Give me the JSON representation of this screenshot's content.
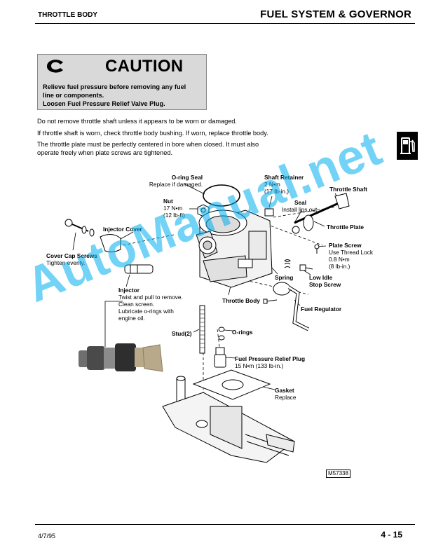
{
  "header": {
    "section": "THROTTLE BODY",
    "chapter": "FUEL SYSTEM & GOVERNOR"
  },
  "caution": {
    "symbol": "C",
    "title": "CAUTION",
    "lines": [
      "Relieve fuel pressure before removing any fuel",
      "line or components.",
      "Loosen Fuel Pressure Relief Valve Plug."
    ]
  },
  "instructions": [
    "Do not remove throttle shaft unless it appears to be worn or damaged.",
    "If throttle shaft is worn, check throttle body bushing. If worn, replace throttle body.",
    "The throttle plate must be perfectly centered in bore when closed. It must also",
    "operate freely when plate screws are tightened."
  ],
  "labels": {
    "oring_seal": {
      "title": "O-ring Seal",
      "note": "Replace if damaged."
    },
    "nut": {
      "title": "Nut",
      "note1": "17 N•m",
      "note2": "(12 lb-ft)"
    },
    "shaft_retainer": {
      "title": "Shaft Retainer",
      "note1": "2 N•m",
      "note2": "(17 lb-in.)"
    },
    "throttle_shaft": {
      "title": "Throttle Shaft"
    },
    "seal": {
      "title": "Seal",
      "note": "Install lips out"
    },
    "throttle_plate": {
      "title": "Throttle Plate"
    },
    "injector_cover": {
      "title": "Injector Cover"
    },
    "plate_screw": {
      "title": "Plate Screw",
      "note1": "Use Thread Lock",
      "note2": "0.8 N•m",
      "note3": "(8 lb-in.)"
    },
    "cover_cap_screws": {
      "title": "Cover Cap Screws",
      "note": "Tighten evenly."
    },
    "spring": {
      "title": "Spring"
    },
    "low_idle": {
      "title1": "Low Idle",
      "title2": "Stop Screw"
    },
    "injector": {
      "title": "Injector",
      "note1": "Twist and pull to remove.",
      "note2": "Clean screen.",
      "note3": "Lubricate o-rings with",
      "note4": "engine oil."
    },
    "throttle_body": {
      "title": "Throttle Body"
    },
    "fuel_regulator": {
      "title": "Fuel Regulator"
    },
    "stud": {
      "title": "Stud(2)"
    },
    "orings": {
      "title": "O-rings"
    },
    "relief_plug": {
      "title": "Fuel Pressure Relief Plug",
      "note": "15 N•m (133 lb-in.)"
    },
    "gasket": {
      "title": "Gasket",
      "note": "Replace"
    }
  },
  "figure_code": "M57338",
  "watermark": "AutoManual.net",
  "footer": {
    "date": "4/7/95",
    "page": "4 - 15"
  },
  "colors": {
    "caution_bg": "#d9d9d9",
    "watermark": "#00aeef",
    "injector_tan": "#b7a98a"
  },
  "icons": {
    "tab": "fuel-pump-icon",
    "caution": "caution-symbol-icon"
  }
}
